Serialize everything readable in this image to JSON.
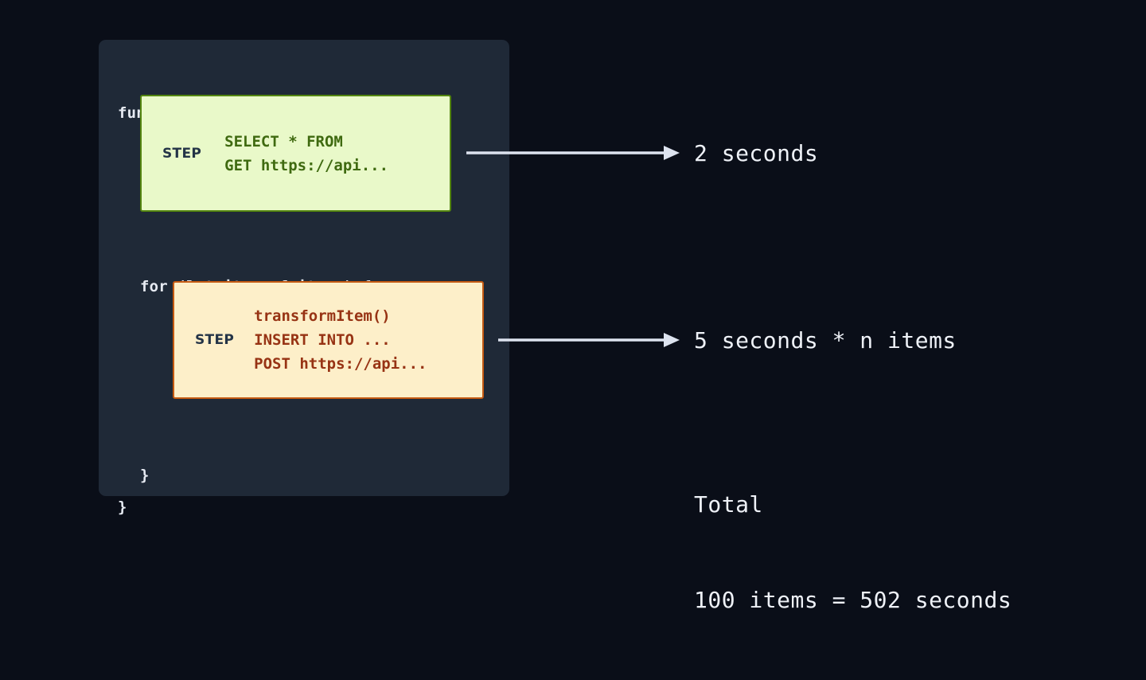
{
  "colors": {
    "background": "#0a0e18",
    "card_background": "#1f2937",
    "code_text": "#e6eaf2",
    "green_box_fill": "#e9f9c9",
    "green_box_border": "#53850f",
    "green_code_text": "#3f6a10",
    "orange_box_fill": "#fdefc9",
    "orange_box_border": "#c45911",
    "orange_code_text": "#973314",
    "step_tag_text": "#243447",
    "arrow": "#dde3ef",
    "annotation_text": "#eef1f7"
  },
  "code_card": {
    "function_line": "function () {",
    "for_line": "for (let item of items) {",
    "close_inner": "}",
    "close_outer": "}",
    "steps": [
      {
        "tag": "STEP",
        "lines": [
          "SELECT * FROM",
          "GET https://api..."
        ],
        "variant": "green"
      },
      {
        "tag": "STEP",
        "lines": [
          "transformItem()",
          "INSERT INTO ...",
          "POST https://api..."
        ],
        "variant": "orange"
      }
    ]
  },
  "annotations": [
    {
      "text": "2 seconds"
    },
    {
      "text": "5 seconds * n items"
    }
  ],
  "total": {
    "label": "Total",
    "value": "100 items = 502 seconds"
  }
}
